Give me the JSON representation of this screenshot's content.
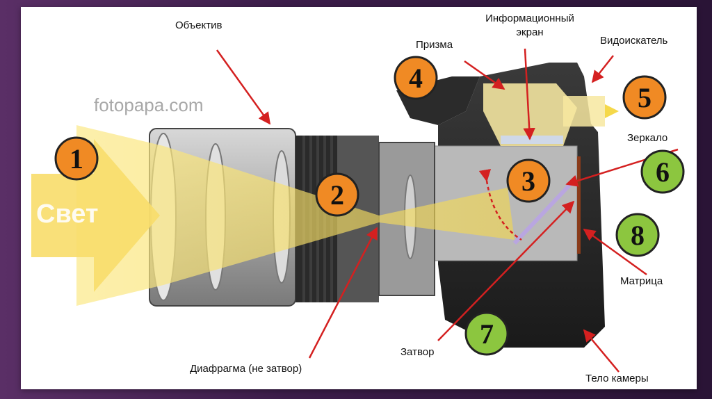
{
  "watermark": "fotopapa.com",
  "light_label": "Свет",
  "numbers": [
    "1",
    "2",
    "3",
    "4",
    "5",
    "6",
    "7",
    "8"
  ],
  "labels": {
    "lens": "Объектив",
    "info_screen_line1": "Информационный",
    "info_screen_line2": "экран",
    "prism": "Призма",
    "viewfinder": "Видоискатель",
    "mirror": "Зеркало",
    "sensor": "Матрица",
    "shutter": "Затвор",
    "aperture": "Диафрагма (не затвор)",
    "camera_body": "Тело камеры"
  },
  "colors": {
    "orange_marker": "#f08a24",
    "green_marker": "#8cc63f",
    "light_yellow": "#f7e27a",
    "arrow_red": "#d42020"
  }
}
